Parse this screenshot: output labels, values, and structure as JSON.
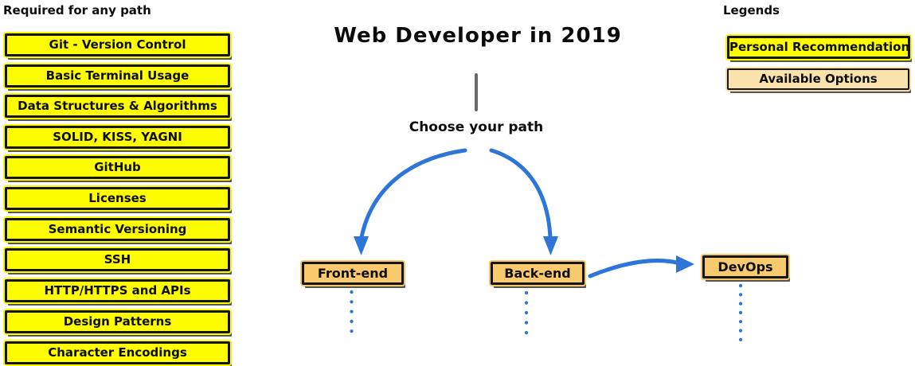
{
  "required": {
    "heading": "Required for any path",
    "items": [
      "Git - Version Control",
      "Basic Terminal Usage",
      "Data Structures & Algorithms",
      "SOLID, KISS, YAGNI",
      "GitHub",
      "Licenses",
      "Semantic Versioning",
      "SSH",
      "HTTP/HTTPS and APIs",
      "Design Patterns",
      "Character Encodings"
    ]
  },
  "center": {
    "title": "Web Developer in 2019",
    "subtitle": "Choose your path",
    "paths": {
      "frontend": "Front-end",
      "backend": "Back-end",
      "devops": "DevOps"
    }
  },
  "legends": {
    "heading": "Legends",
    "personal_recommendation": "Personal Recommendation!",
    "available_options": "Available Options"
  },
  "colors": {
    "recommendation_yellow": "#FDFD00",
    "option_tan": "#F8CA6D",
    "available_wheat": "#F9E2AC",
    "arrow_blue": "#2E75D9",
    "connector_gray": "#6A6A6A",
    "border_black": "#151515"
  }
}
